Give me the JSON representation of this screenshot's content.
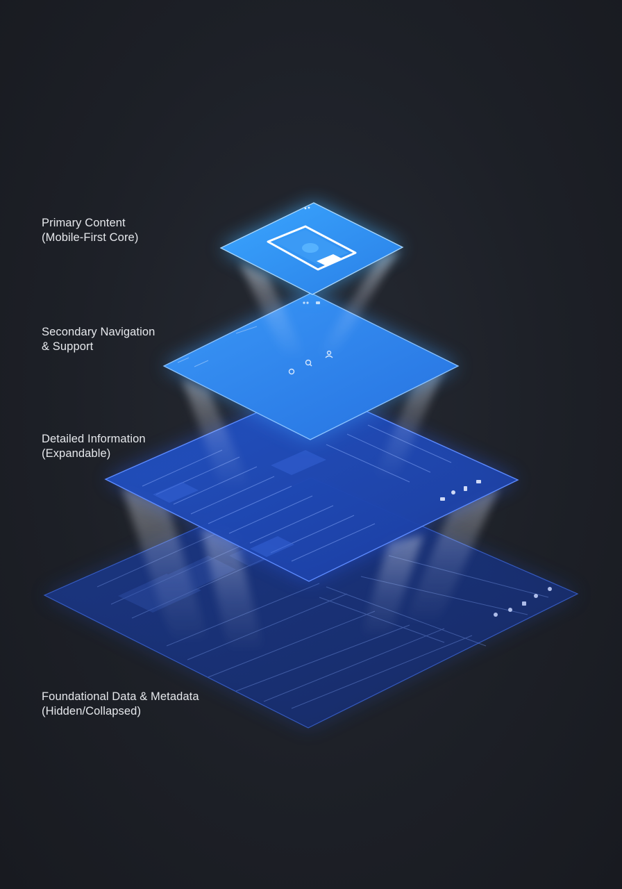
{
  "layers": [
    {
      "line1": "Primary Content",
      "line2": "(Mobile-First Core)"
    },
    {
      "line1": "Secondary Navigation",
      "line2": "& Support"
    },
    {
      "line1": "Detailed Information",
      "line2": "(Expandable)"
    },
    {
      "line1": "Foundational Data & Metadata",
      "line2": "(Hidden/Collapsed)"
    }
  ],
  "colors": {
    "background": "#1d2027",
    "primary_plane": "#2f8ff0",
    "secondary_plane": "#2a84ea",
    "detail_plane": "#1f45b0",
    "foundation_plane": "#182f77",
    "label_text": "#e6e8ec"
  },
  "icons": {
    "primary": "smartphone-icon",
    "secondary": [
      "home-icon",
      "search-icon",
      "user-icon"
    ],
    "detail_toolbar": [
      "grid-icon",
      "search-icon",
      "document-icon",
      "camera-icon"
    ]
  }
}
